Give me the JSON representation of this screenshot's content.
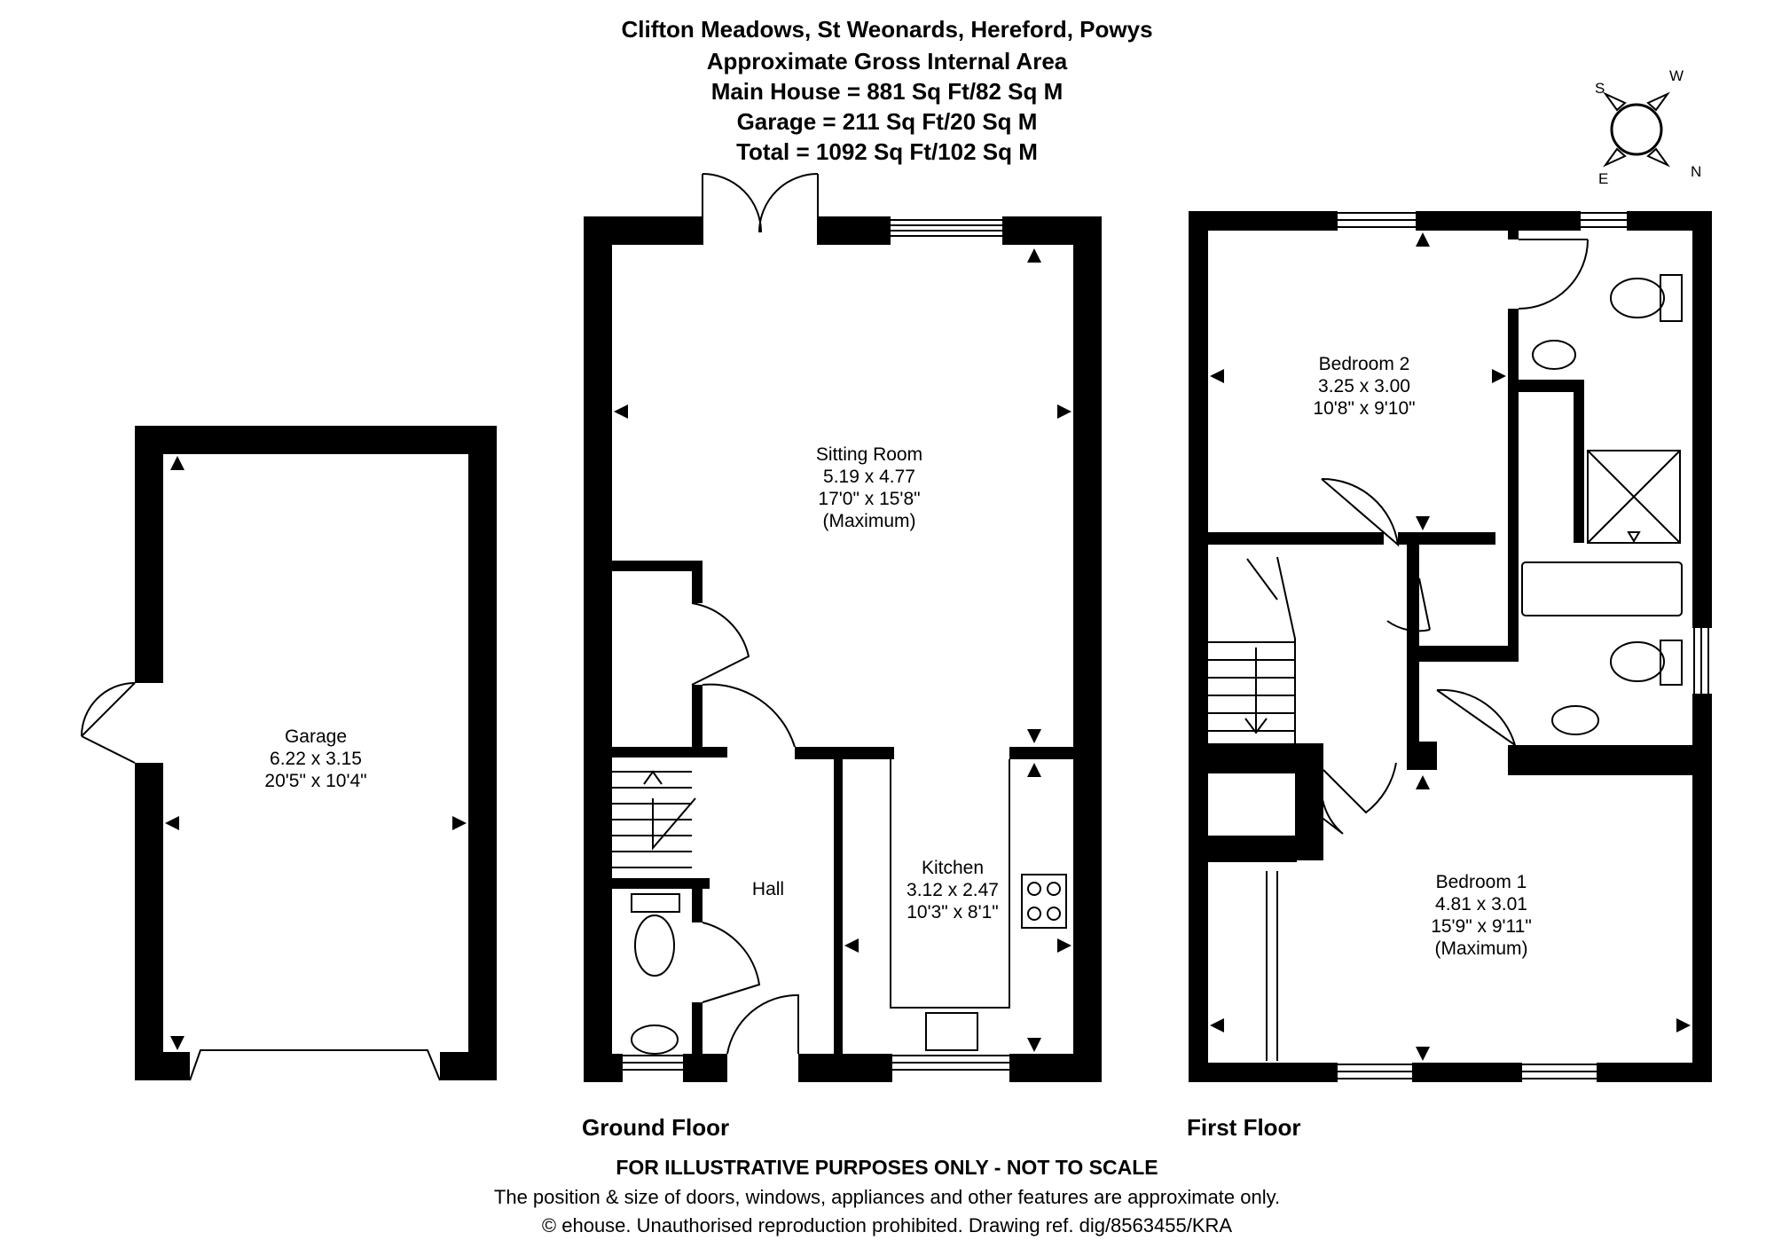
{
  "header": {
    "address": "Clifton Meadows, St Weonards, Hereford, Powys",
    "subtitle": "Approximate Gross Internal Area",
    "main_house": "Main House = 881 Sq Ft/82 Sq M",
    "garage": "Garage = 211 Sq Ft/20 Sq M",
    "total": "Total = 1092 Sq Ft/102 Sq M"
  },
  "compass": {
    "s": "S",
    "w": "W",
    "e": "E",
    "n": "N"
  },
  "rooms": {
    "garage": {
      "name": "Garage",
      "metric": "6.22 x 3.15",
      "imperial": "20'5\" x 10'4\""
    },
    "sitting_room": {
      "name": "Sitting Room",
      "metric": "5.19 x 4.77",
      "imperial": "17'0\" x 15'8\"",
      "note": "(Maximum)"
    },
    "kitchen": {
      "name": "Kitchen",
      "metric": "3.12 x 2.47",
      "imperial": "10'3\" x 8'1\""
    },
    "hall": {
      "name": "Hall"
    },
    "bedroom2": {
      "name": "Bedroom 2",
      "metric": "3.25 x 3.00",
      "imperial": "10'8\" x 9'10\""
    },
    "bedroom1": {
      "name": "Bedroom 1",
      "metric": "4.81 x 3.01",
      "imperial": "15'9\" x 9'11\"",
      "note": "(Maximum)"
    }
  },
  "floors": {
    "ground": "Ground Floor",
    "first": "First Floor"
  },
  "footer": {
    "disclaimer": "FOR ILLUSTRATIVE PURPOSES ONLY - NOT TO SCALE",
    "note": "The position & size of doors, windows, appliances and other features are approximate only.",
    "copyright": "© ehouse. Unauthorised reproduction prohibited. Drawing ref. dig/8563455/KRA"
  }
}
